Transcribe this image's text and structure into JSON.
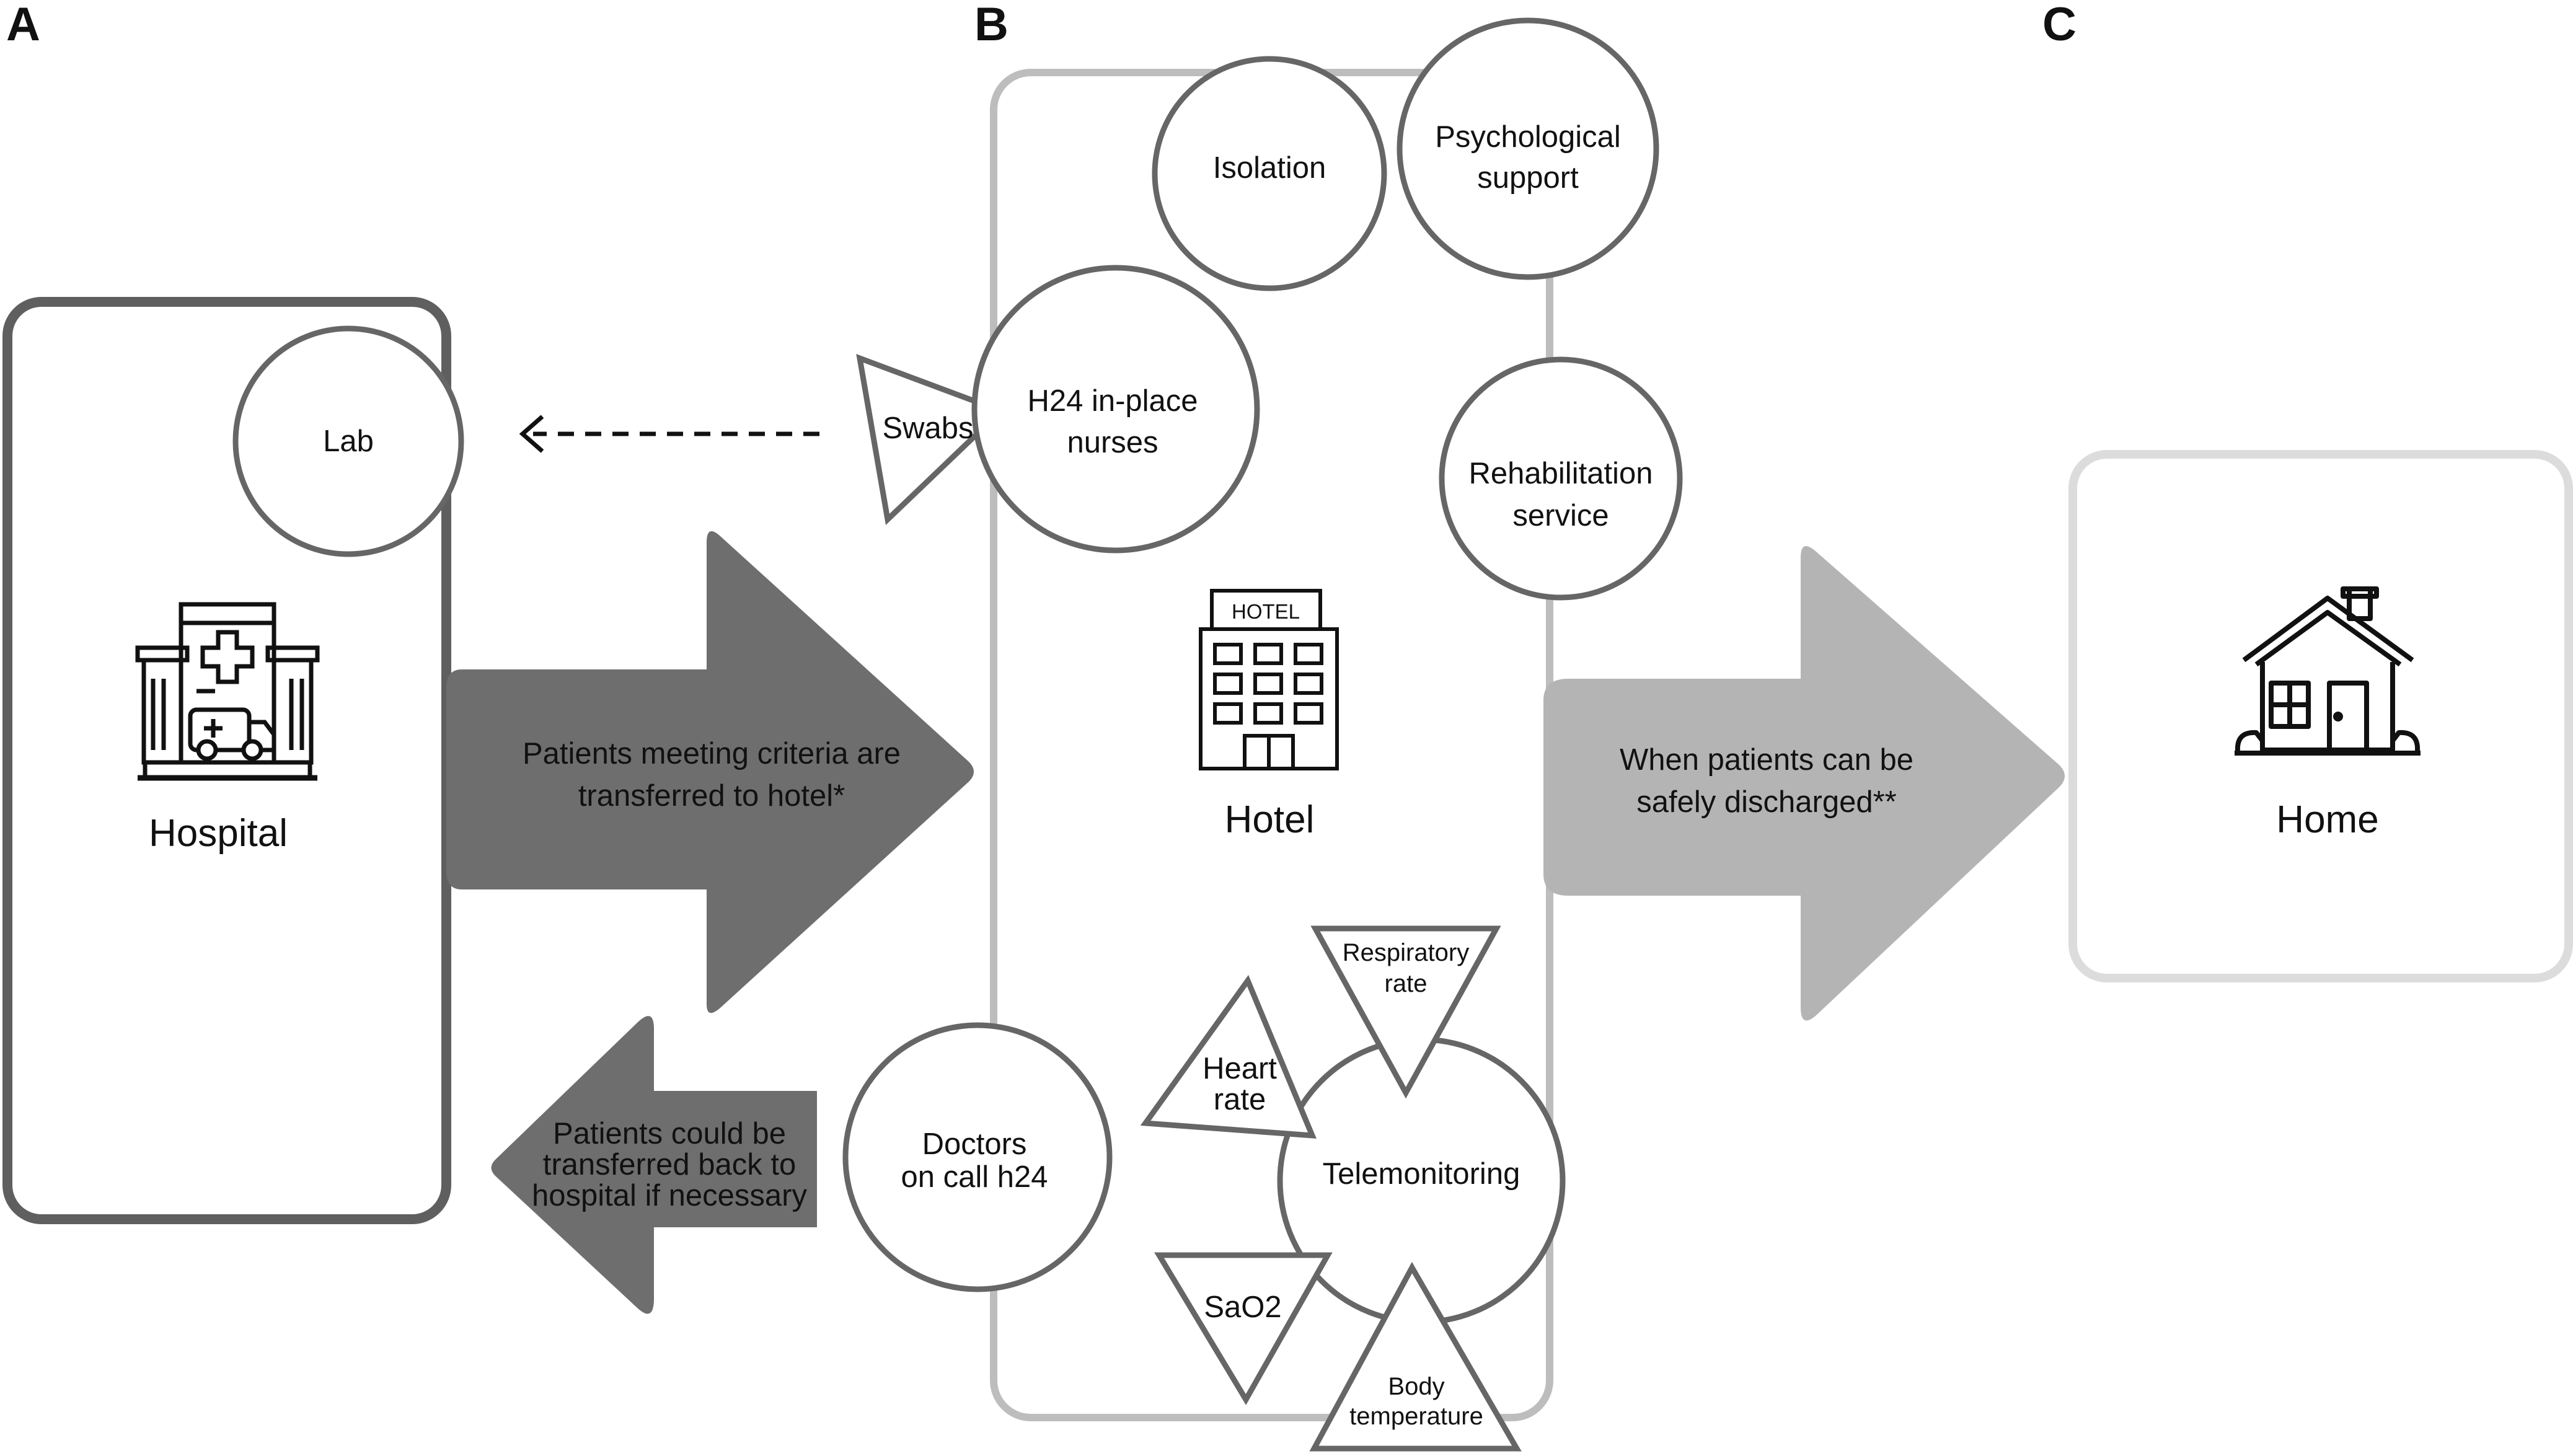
{
  "panels": {
    "a": "A",
    "b": "B",
    "c": "C"
  },
  "places": {
    "hospital": "Hospital",
    "hotel": "Hotel",
    "hotel_sign": "HOTEL",
    "home": "Home"
  },
  "nodes": {
    "lab": "Lab",
    "isolation": "Isolation",
    "psych_1": "Psychological",
    "psych_2": "support",
    "nurses_1": "H24 in-place",
    "nurses_2": "nurses",
    "swabs": "Swabs",
    "rehab_1": "Rehabilitation",
    "rehab_2": "service",
    "doctors_1": "Doctors",
    "doctors_2": "on call h24",
    "telemonitoring": "Telemonitoring",
    "resp_1": "Respiratory",
    "resp_2": "rate",
    "heart_1": "Heart",
    "heart_2": "rate",
    "sao2": "SaO2",
    "body_1": "Body",
    "body_2": "temperature"
  },
  "arrows": {
    "to_hotel_1": "Patients meeting criteria are",
    "to_hotel_2": "transferred to hotel*",
    "back_1": "Patients could be",
    "back_2": "transferred back to",
    "back_3": "hospital if necessary",
    "discharge_1": "When patients can be",
    "discharge_2": "safely discharged**"
  },
  "colors": {
    "dark_arrow": "#6e6e6e",
    "light_arrow": "#b4b4b4",
    "hospital_border": "#5f5f5f",
    "hotel_border": "#bdbdbd",
    "home_border": "#dcdcdc",
    "circle_stroke": "#666666"
  },
  "icons": [
    "hospital-icon",
    "hotel-icon",
    "house-icon"
  ]
}
